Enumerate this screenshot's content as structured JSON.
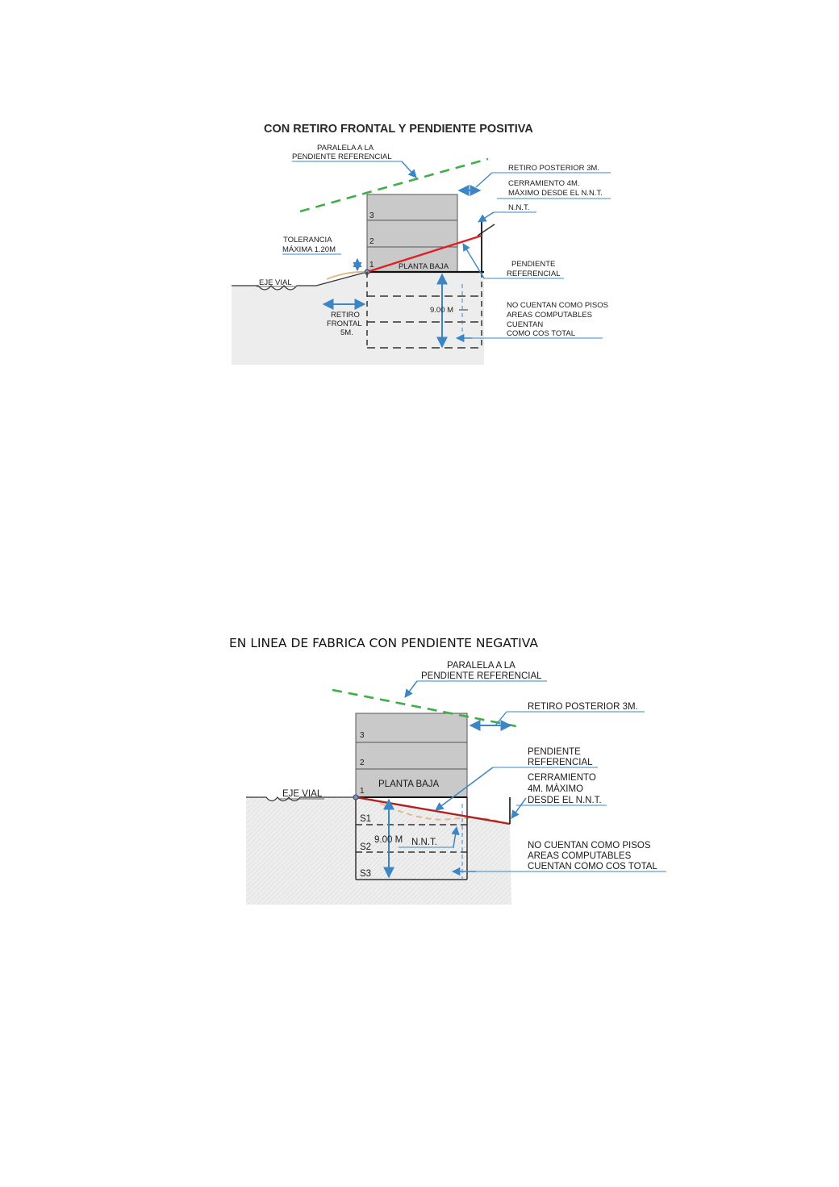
{
  "colors": {
    "blue": "#3d86c6",
    "green": "#3fae49",
    "red": "#e02020",
    "darkred": "#b02020",
    "building": "#c9c9c9",
    "ground": "#ececec",
    "tan": "#e3b98a"
  },
  "diagram1": {
    "title": "CON RETIRO FRONTAL Y PENDIENTE POSITIVA",
    "paralela": [
      "PARALELA A LA",
      "PENDIENTE REFERENCIAL"
    ],
    "retiro_posterior": "RETIRO POSTERIOR 3M.",
    "cerramiento": [
      "CERRAMIENTO 4M.",
      "MÁXIMO DESDE EL N.N.T."
    ],
    "nnt": "N.N.T.",
    "tolerancia": [
      "TOLERANCIA",
      "MÁXIMA 1.20M"
    ],
    "pendiente": [
      "PENDIENTE",
      "REFERENCIAL"
    ],
    "eje_vial": "EJE VIAL",
    "planta_baja": "PLANTA BAJA",
    "floors": [
      "3",
      "2",
      "1"
    ],
    "retiro_frontal": [
      "RETIRO",
      "FRONTAL",
      "5M."
    ],
    "dim": "9.00 M",
    "no_cuentan": [
      "NO CUENTAN COMO PISOS",
      "AREAS COMPUTABLES",
      "CUENTAN",
      "COMO COS TOTAL"
    ]
  },
  "diagram2": {
    "title": "EN LINEA DE FABRICA CON PENDIENTE NEGATIVA",
    "paralela": [
      "PARALELA A LA",
      "PENDIENTE REFERENCIAL"
    ],
    "retiro_posterior": "RETIRO POSTERIOR 3M.",
    "pendiente": [
      "PENDIENTE",
      "REFERENCIAL"
    ],
    "cerramiento": [
      "CERRAMIENTO",
      "4M. MÀXIMO",
      "DESDE EL N.N.T."
    ],
    "eje_vial": "EJE VIAL",
    "planta_baja": "PLANTA BAJA",
    "floors": [
      "3",
      "2",
      "1"
    ],
    "sub_floors": [
      "S1",
      "S2",
      "S3"
    ],
    "dim": "9.00 M",
    "nnt": "N.N.T.",
    "no_cuentan": [
      "NO CUENTAN COMO PISOS",
      "AREAS COMPUTABLES",
      "CUENTAN COMO COS TOTAL"
    ]
  }
}
